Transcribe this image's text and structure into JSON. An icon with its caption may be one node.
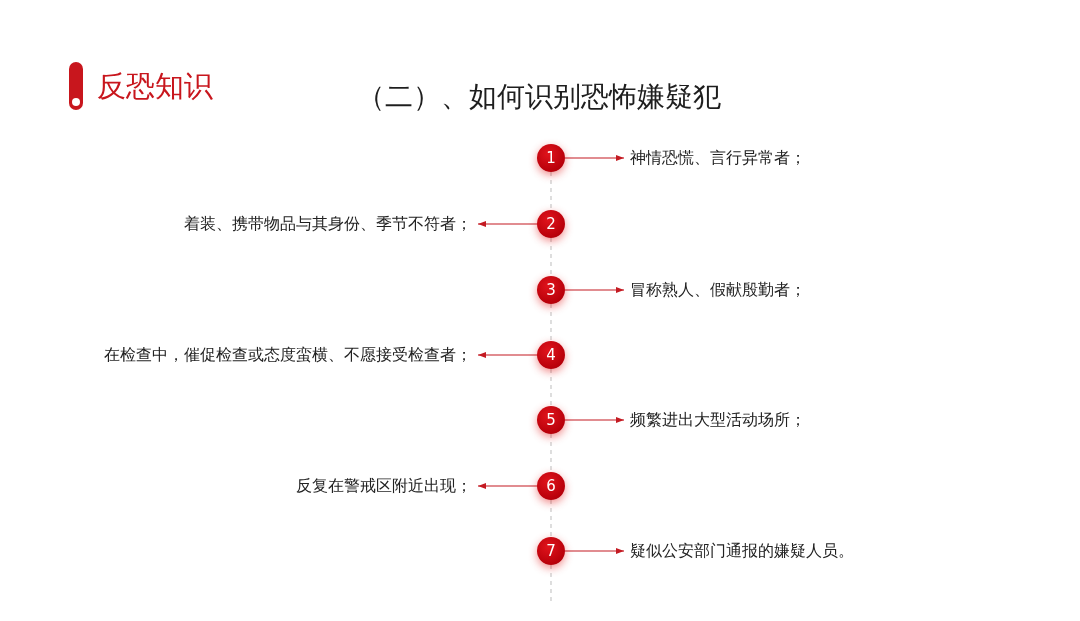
{
  "diagram": {
    "title": "（二）、如何识别恐怖嫌疑犯",
    "nodes": [
      {
        "text": [
          "1"
        ]
      },
      {
        "text": [
          "神情恐慌、言行异常者；"
        ]
      },
      {
        "text": [
          "着装、携带物品与其身份、季节不符者；"
        ]
      },
      {
        "text": [
          "2"
        ]
      },
      {
        "text": [
          "3"
        ]
      },
      {
        "text": [
          "冒称熟人、假献殷勤者；"
        ]
      },
      {
        "text": [
          "在检查中，催促检查或态度蛮横、不愿接受检查者；"
        ]
      },
      {
        "text": [
          "4"
        ]
      },
      {
        "text": [
          "5"
        ]
      },
      {
        "text": [
          "频繁进出大型活动场所；"
        ]
      },
      {
        "text": [
          "反复在警戒区附近出现；"
        ]
      },
      {
        "text": [
          "6"
        ]
      },
      {
        "text": [
          "7"
        ]
      },
      {
        "text": [
          "疑似公安部门通报的嫌疑人员。"
        ]
      }
    ],
    "edges": [
      {
        "from": 0,
        "to": 1,
        "arrow": "to"
      },
      {
        "from": 3,
        "to": 2,
        "arrow": "to"
      },
      {
        "from": 4,
        "to": 5,
        "arrow": "to"
      },
      {
        "from": 7,
        "to": 6,
        "arrow": "to"
      },
      {
        "from": 8,
        "to": 9,
        "arrow": "to"
      },
      {
        "from": 11,
        "to": 10,
        "arrow": "to"
      },
      {
        "from": 12,
        "to": 13,
        "arrow": "to"
      },
      {
        "from": 0,
        "to": 3,
        "arrow": "none",
        "style": "dashed",
        "color": "#cccccc"
      },
      {
        "from": 3,
        "to": 4,
        "arrow": "none",
        "style": "dashed",
        "color": "#cccccc"
      },
      {
        "from": 4,
        "to": 7,
        "arrow": "none",
        "style": "dashed",
        "color": "#cccccc"
      },
      {
        "from": 7,
        "to": 8,
        "arrow": "none",
        "style": "dashed",
        "color": "#cccccc"
      },
      {
        "from": 8,
        "to": 11,
        "arrow": "none",
        "style": "dashed",
        "color": "#cccccc"
      },
      {
        "from": 11,
        "to": 12,
        "arrow": "none",
        "style": "dashed",
        "color": "#cccccc"
      },
      {
        "from": 12,
        "to": null,
        "arrow": "none",
        "style": "dashed",
        "color": "#cccccc"
      }
    ],
    "labels": [
      "反恐知识"
    ]
  }
}
